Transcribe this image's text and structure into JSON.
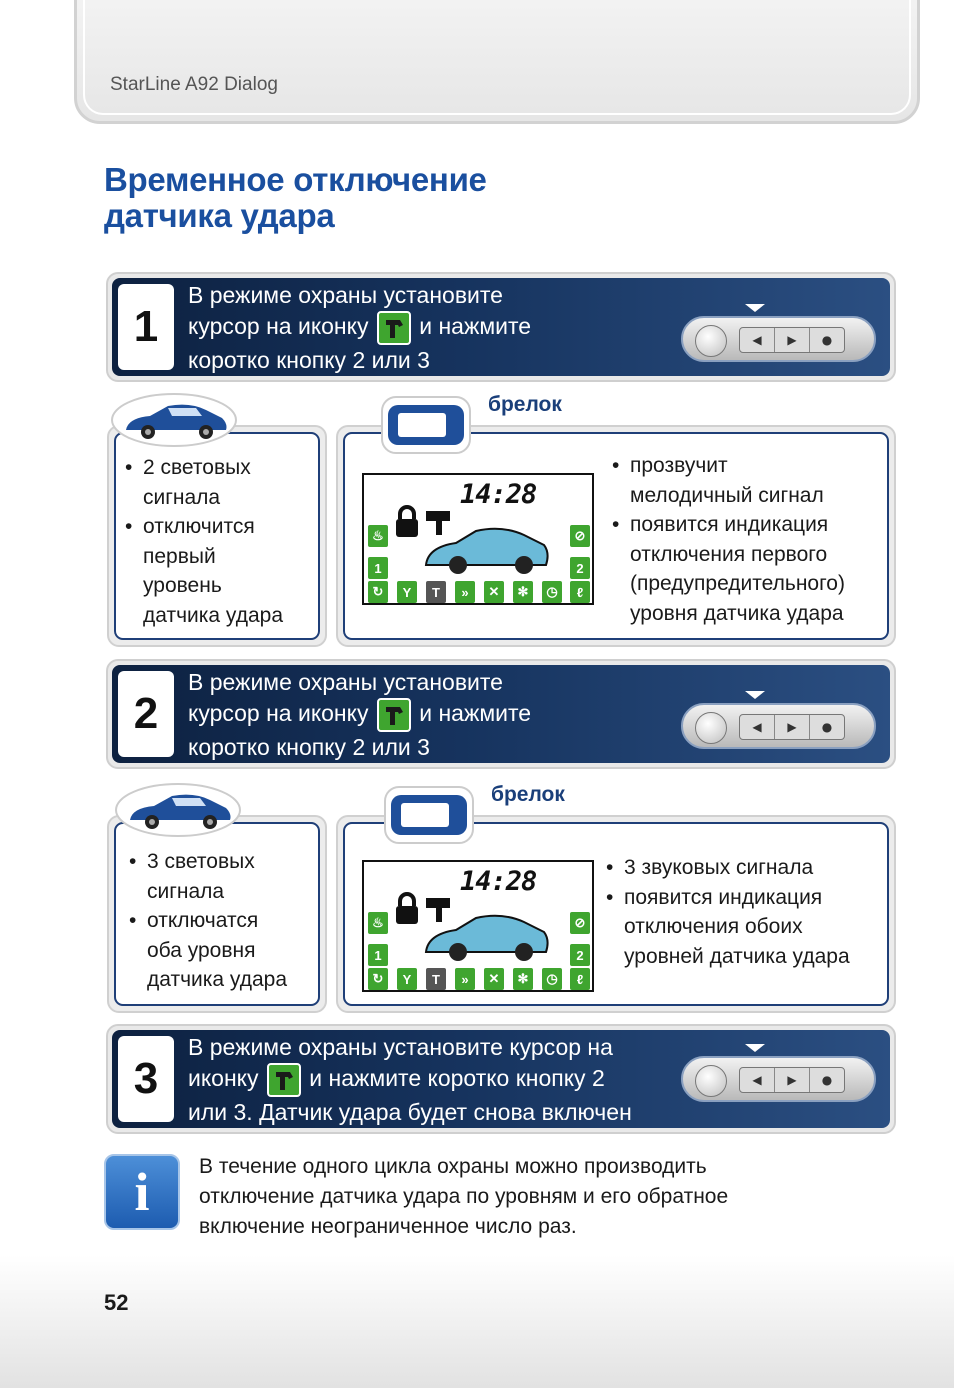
{
  "header": {
    "title": "StarLine A92 Dialog"
  },
  "page_title": {
    "line1": "Временное отключение",
    "line2": "датчика удара"
  },
  "icons": {
    "shock_sensor": "hammer-icon",
    "info": "info-icon"
  },
  "colors": {
    "title_blue": "#1a4f9f",
    "banner_dark": "#0d2140",
    "icon_green": "#3fa52f"
  },
  "steps": [
    {
      "number": "1",
      "line1": "В режиме охраны установите",
      "line2a": "курсор на иконку",
      "line2b": "и нажмите",
      "line3": "коротко кнопку 2 или 3"
    },
    {
      "number": "2",
      "line1": "В режиме охраны установите",
      "line2a": "курсор на иконку",
      "line2b": "и нажмите",
      "line3": "коротко кнопку 2 или 3"
    },
    {
      "number": "3",
      "line1": "В режиме охраны установите курсор на",
      "line2a": "иконку",
      "line2b": "и нажмите коротко кнопку 2",
      "line3": "или 3. Датчик удара будет снова включен"
    }
  ],
  "remote": {
    "key1": "◀",
    "key2": "▶",
    "key3": "●"
  },
  "fob_label": "брелок",
  "lcd": {
    "time": "14:28",
    "left_num": "1",
    "right_num": "2"
  },
  "block1": {
    "car": [
      "2 световых",
      "сигнала",
      "отключится",
      "первый",
      "уровень",
      "датчика удара"
    ],
    "fob": [
      "прозвучит",
      "мелодичный сигнал",
      "появится индикация",
      "отключения первого",
      "(предупредительного)",
      "уровня датчика удара"
    ]
  },
  "block2": {
    "car": [
      "3 световых",
      "сигнала",
      "отключатся",
      "оба уровня",
      "датчика удара"
    ],
    "fob": [
      "3 звуковых сигнала",
      "появится индикация",
      "отключения обоих",
      "уровней датчика удара"
    ]
  },
  "info": {
    "line1": "В течение одного цикла охраны можно производить",
    "line2": "отключение датчика удара по уровням и его обратное",
    "line3": "включение неограниченное число  раз."
  },
  "page_number": "52"
}
